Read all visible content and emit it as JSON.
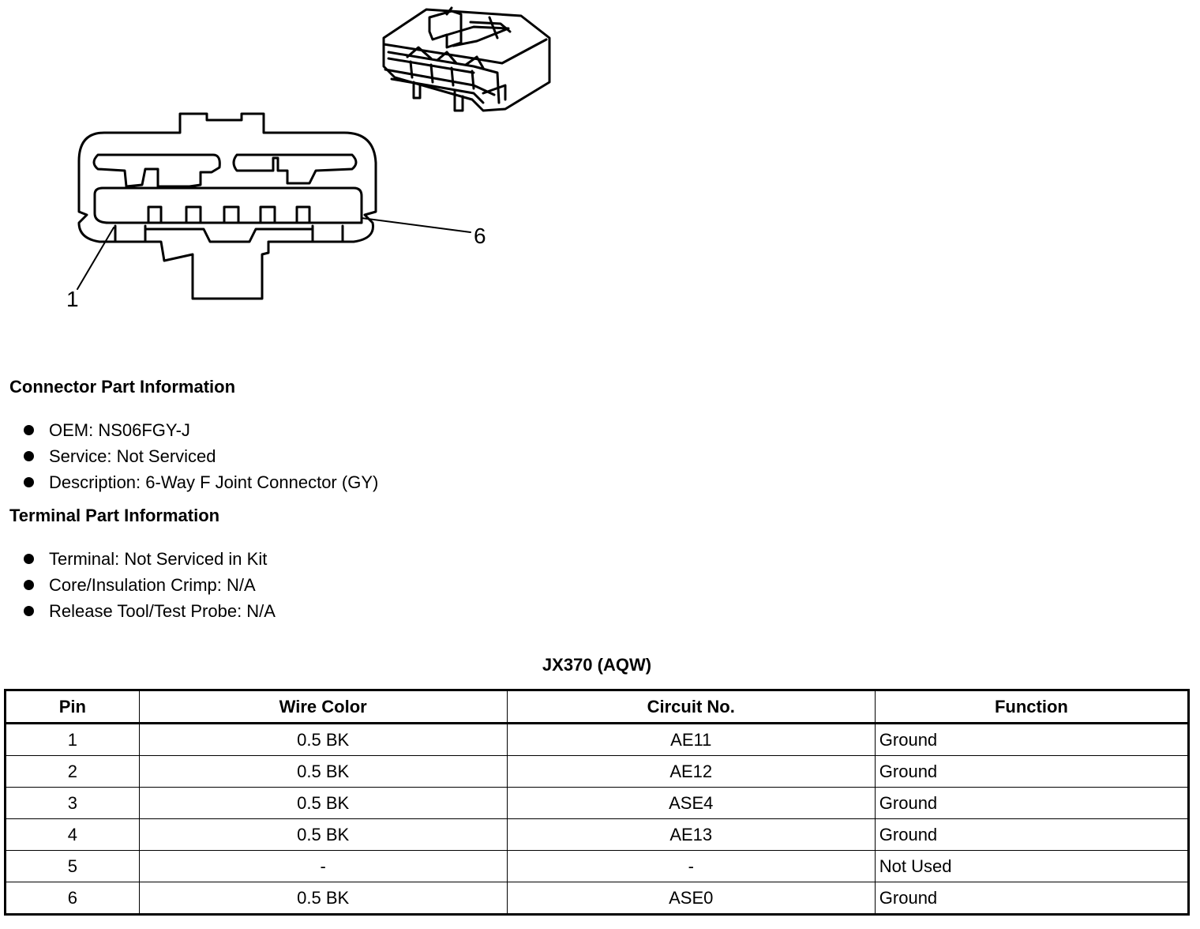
{
  "diagram": {
    "callout_pin_1": "1",
    "callout_pin_6": "6"
  },
  "connector_info": {
    "title": "Connector Part Information",
    "items": [
      "OEM: NS06FGY-J",
      "Service: Not Serviced",
      "Description: 6-Way F Joint Connector (GY)"
    ]
  },
  "terminal_info": {
    "title": "Terminal Part Information",
    "items": [
      "Terminal: Not Serviced in Kit",
      "Core/Insulation Crimp: N/A",
      "Release Tool/Test Probe: N/A"
    ]
  },
  "pin_table": {
    "title": "JX370 (AQW)",
    "headers": [
      "Pin",
      "Wire Color",
      "Circuit No.",
      "Function"
    ],
    "rows": [
      [
        "1",
        "0.5 BK",
        "AE11",
        "Ground"
      ],
      [
        "2",
        "0.5 BK",
        "AE12",
        "Ground"
      ],
      [
        "3",
        "0.5 BK",
        "ASE4",
        "Ground"
      ],
      [
        "4",
        "0.5 BK",
        "AE13",
        "Ground"
      ],
      [
        "5",
        "-",
        "-",
        "Not Used"
      ],
      [
        "6",
        "0.5 BK",
        "ASE0",
        "Ground"
      ]
    ]
  }
}
